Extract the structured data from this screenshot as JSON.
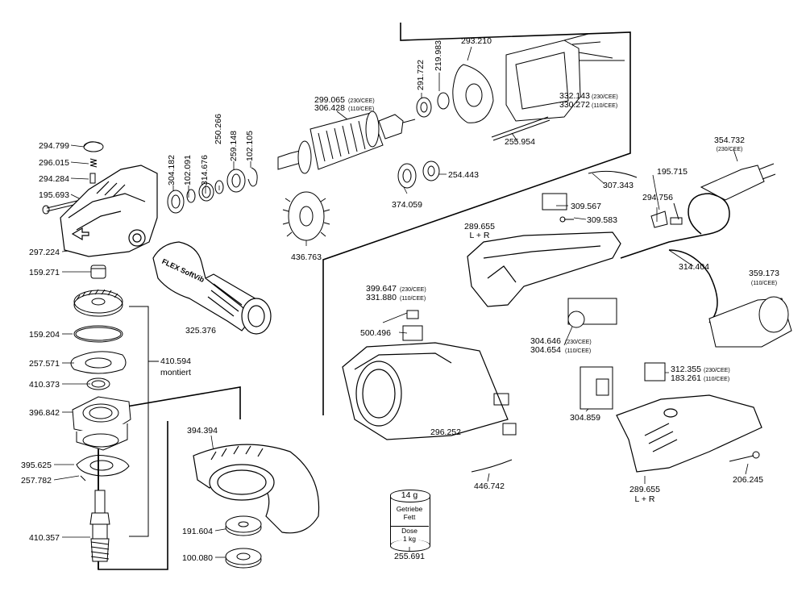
{
  "labels": {
    "p294799": "294.799",
    "p296015": "296.015",
    "p294284": "294.284",
    "p195693": "195.693",
    "p297224": "297.224",
    "p159271": "159.271",
    "p159204": "159.204",
    "p257571": "257.571",
    "p410373": "410.373",
    "p410594": "410.594",
    "montiert": "montiert",
    "p396842": "396.842",
    "p395625": "395.625",
    "p257782": "257.782",
    "p410357": "410.357",
    "p304182": "304.182",
    "p102091": "102.091",
    "p314676": "314.676",
    "p250266": "250.266",
    "p259148": "259.148",
    "p102105": "102.105",
    "p325376": "325.376",
    "p299065": "299.065",
    "p306428": "306.428",
    "v230": "(230/CEE)",
    "v110": "(110/CEE)",
    "p436763": "436.763",
    "p374059": "374.059",
    "p254443": "254.443",
    "p291722": "291.722",
    "p219983": "219.983",
    "p293210": "293.210",
    "p332143": "332.143",
    "p330272": "330.272",
    "p255954": "255.954",
    "p307343": "307.343",
    "p195715": "195.715",
    "p354732": "354.732",
    "p309567": "309.567",
    "p309583": "309.583",
    "p294756": "294.756",
    "p289655a": "289.655",
    "lr": "L + R",
    "p314404": "314.404",
    "p359173": "359.173",
    "p399647": "399.647",
    "p331880": "331.880",
    "p500496": "500.496",
    "p304646": "304.646",
    "p304654": "304.654",
    "p312355": "312.355",
    "p183261": "183.261",
    "p296252": "296.252",
    "p304859": "304.859",
    "p289655b": "289.655",
    "p206245": "206.245",
    "p446742": "446.742",
    "p394394": "394.394",
    "p191604": "191.604",
    "p100080": "100.080",
    "p255691": "255.691",
    "fat_amount": "14 g",
    "fat_line1": "Getriebe",
    "fat_line2": "Fett",
    "fat_line3": "Dose",
    "fat_line4": "1 kg",
    "brand": "FLEX SoftVib"
  }
}
